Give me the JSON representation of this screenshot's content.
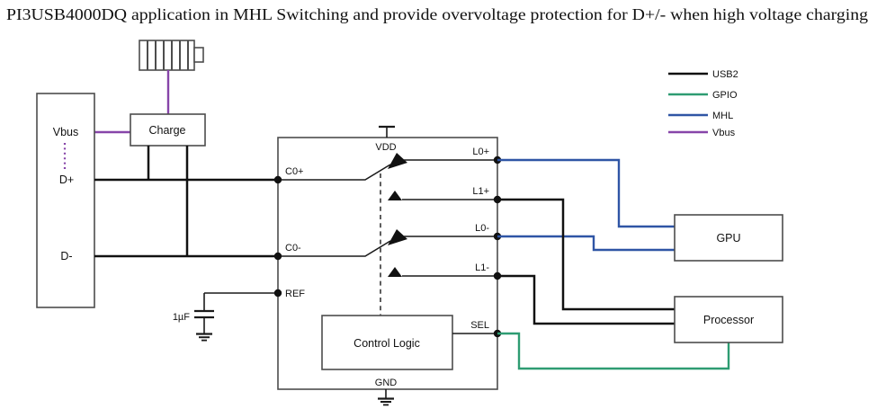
{
  "title": "PI3USB4000DQ application in MHL Switching and provide overvoltage protection for D+/- when high voltage charging",
  "colors": {
    "usb2": "#111111",
    "gpio": "#2e9c72",
    "mhl": "#2f55a5",
    "vbus": "#8745a9"
  },
  "legend": {
    "items": [
      {
        "label": "USB2",
        "color": "#111111"
      },
      {
        "label": "GPIO",
        "color": "#2e9c72"
      },
      {
        "label": "MHL",
        "color": "#2f55a5"
      },
      {
        "label": "Vbus",
        "color": "#8745a9"
      }
    ]
  },
  "connector": {
    "vbus_label": "Vbus",
    "dplus_label": "D+",
    "dminus_label": "D-"
  },
  "charge": {
    "label": "Charge"
  },
  "ic": {
    "vdd": "VDD",
    "gnd": "GND",
    "control_logic_label": "Control Logic",
    "pins": {
      "c0p": "C0+",
      "c0m": "C0-",
      "ref": "REF",
      "l0p": "L0+",
      "l1p": "L1+",
      "l0m": "L0-",
      "l1m": "L1-",
      "sel": "SEL"
    }
  },
  "capacitor": {
    "value": "1µF"
  },
  "gpu": {
    "label": "GPU"
  },
  "processor": {
    "label": "Processor"
  }
}
